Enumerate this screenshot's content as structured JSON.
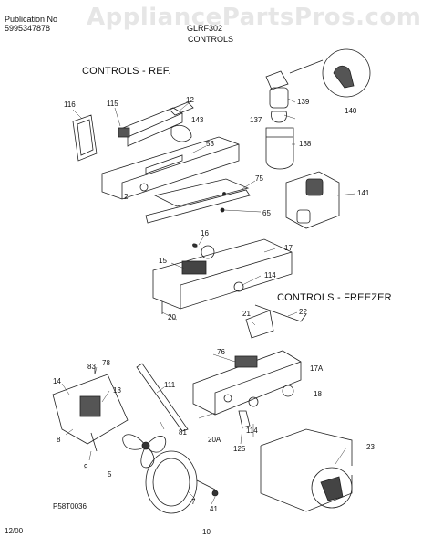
{
  "header": {
    "publication_label": "Publication No",
    "publication_number": "5995347878",
    "watermark": "AppliancePartsPros.com",
    "model": "GLRF302",
    "section": "CONTROLS"
  },
  "sections": {
    "ref_title": "CONTROLS - REF.",
    "freezer_title": "CONTROLS - FREEZER"
  },
  "callouts": [
    "116",
    "115",
    "12",
    "143",
    "53",
    "139",
    "137",
    "138",
    "140",
    "75",
    "65",
    "141",
    "2",
    "16",
    "17",
    "15",
    "114",
    "20",
    "22",
    "21",
    "76",
    "17A",
    "83",
    "78",
    "14",
    "13",
    "111",
    "18",
    "114",
    "125",
    "20A",
    "81",
    "8",
    "9",
    "5",
    "23",
    "7",
    "41"
  ],
  "footer": {
    "drawing_code": "P58T0036",
    "date": "12/00",
    "page": "10"
  }
}
